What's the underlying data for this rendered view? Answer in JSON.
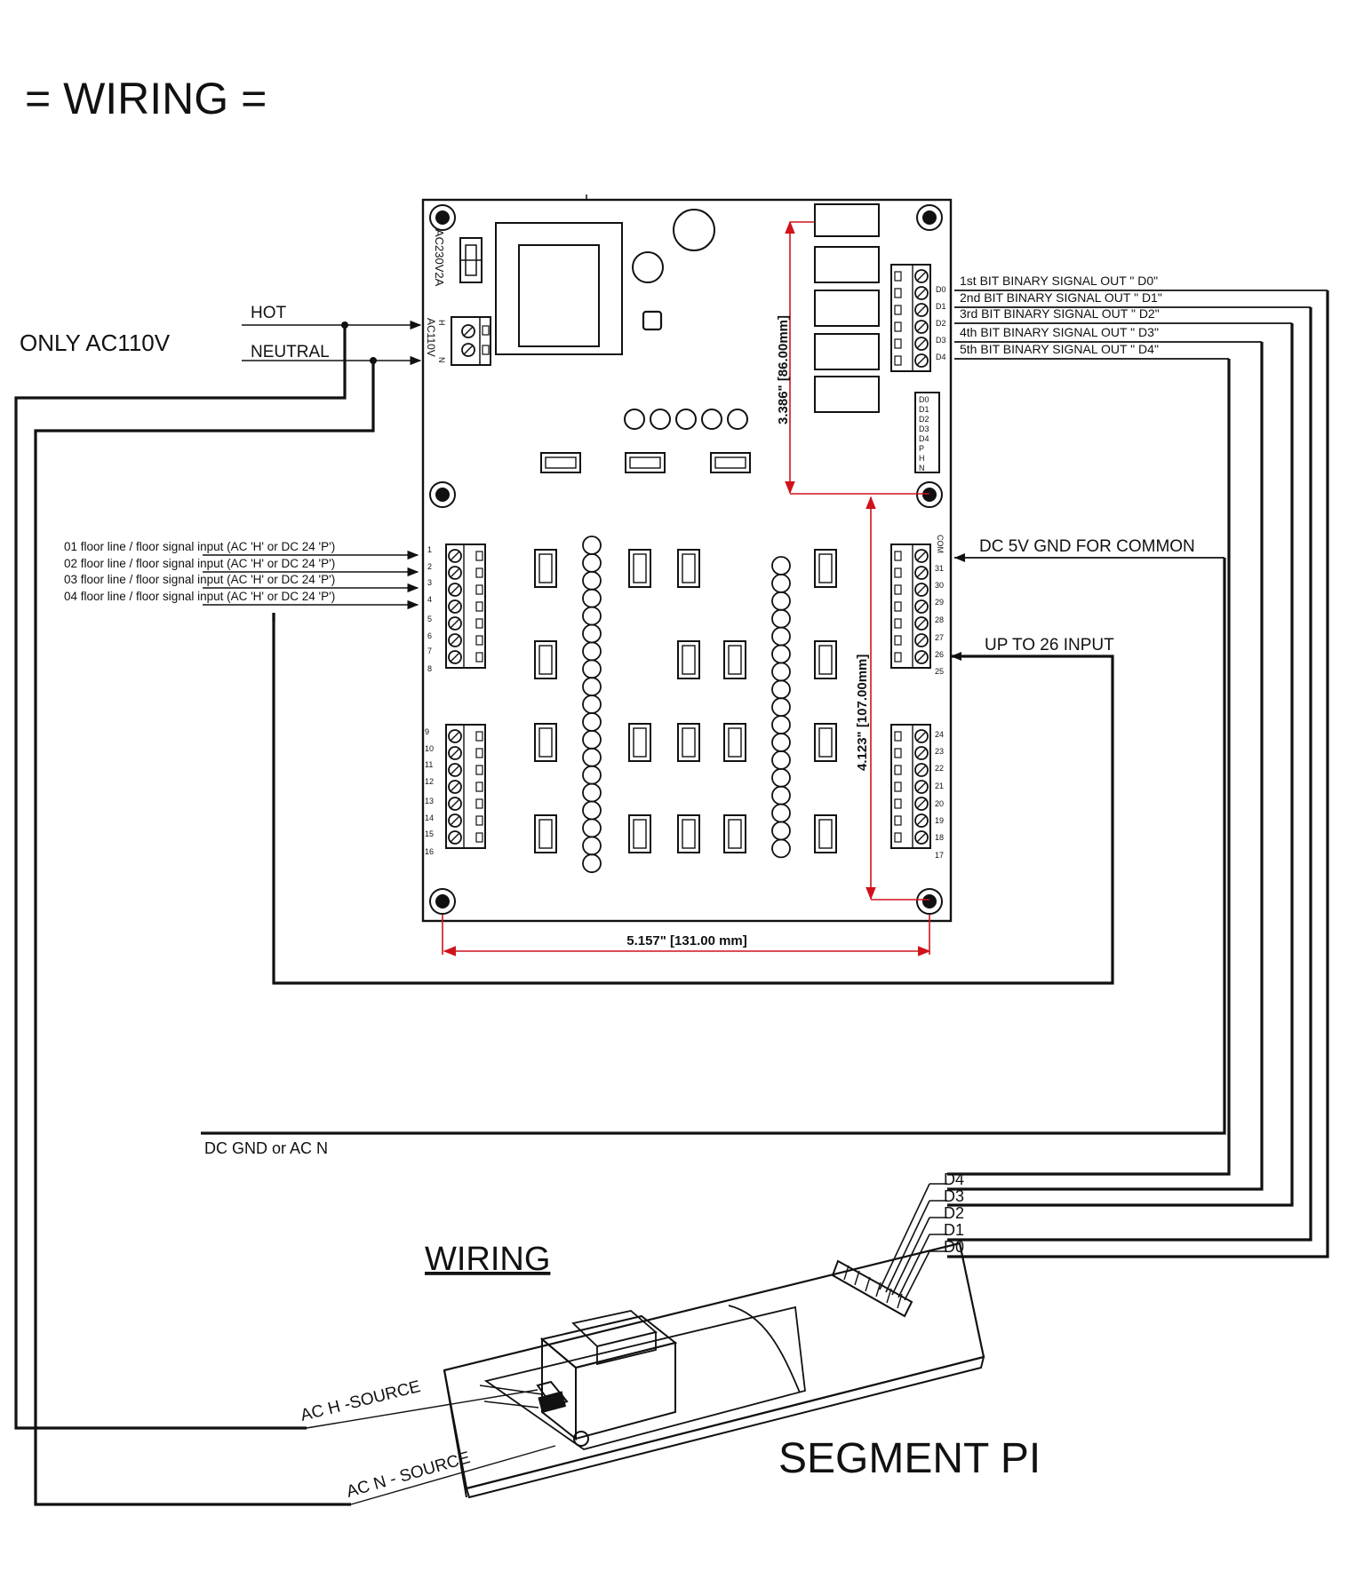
{
  "title": "= WIRING =",
  "power": {
    "only_label": "ONLY  AC110V",
    "hot": "HOT",
    "neutral": "NEUTRAL",
    "fuse": "AC230V2A",
    "terminal": "AC110V",
    "terminal_h": "H",
    "terminal_n": "N"
  },
  "floor_inputs": [
    "01 floor line / floor signal input (AC 'H'  or DC 24 'P')",
    "02 floor line / floor signal input (AC 'H'  or DC 24 'P')",
    "03 floor line / floor signal input (AC 'H'  or DC 24 'P')",
    "04 floor line / floor signal input (AC 'H'  or DC 24 'P')"
  ],
  "outputs": [
    "1st BIT BINARY SIGNAL OUT  \" D0\"",
    "2nd BIT BINARY SIGNAL OUT  \" D1\"",
    "3rd BIT BINARY SIGNAL OUT  \" D2\"",
    "4th BIT BINARY SIGNAL OUT  \" D3\"",
    "5th BIT BINARY SIGNAL OUT  \" D4\""
  ],
  "out_pins": [
    "D0",
    "D1",
    "D2",
    "D3",
    "D4"
  ],
  "header_pins": [
    "D0",
    "D1",
    "D2",
    "D3",
    "D4",
    "P",
    "H",
    "N"
  ],
  "common": "DC 5V GND  FOR  COMMON",
  "com_pin": "COM",
  "up_to": "UP TO 26 INPUT",
  "dc_gnd": "DC GND  or  AC  N",
  "left_pins_a": [
    "1",
    "2",
    "3",
    "4",
    "5",
    "6",
    "7",
    "8"
  ],
  "left_pins_b": [
    "9",
    "10",
    "11",
    "12",
    "13",
    "14",
    "15",
    "16"
  ],
  "right_pins_a": [
    "31",
    "30",
    "29",
    "28",
    "27",
    "26",
    "25"
  ],
  "right_pins_b": [
    "24",
    "23",
    "22",
    "21",
    "20",
    "19",
    "18",
    "17"
  ],
  "dimensions": {
    "height_top": "3.386\" [86.00mm]",
    "height_bottom": "4.123\" [107.00mm]",
    "width": "5.157\" [131.00 mm]"
  },
  "pi_pins": [
    "D4",
    "D3",
    "D2",
    "D1",
    "D0"
  ],
  "sub_title": "WIRING",
  "ac_h": "AC H -SOURCE",
  "ac_n": "AC N - SOURCE",
  "segment": "SEGMENT PI",
  "colors": {
    "ink": "#111111",
    "dimension": "#d0121b",
    "background": "#ffffff"
  }
}
